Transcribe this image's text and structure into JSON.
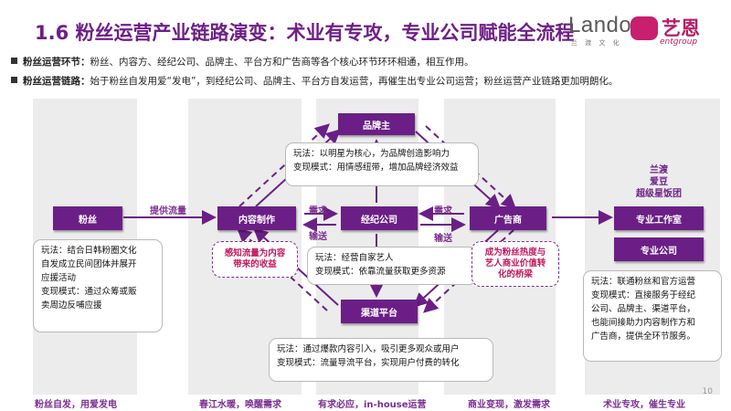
{
  "title": "1.6 粉丝运营产业链路演变：术业有专攻，专业公司赋能全流程",
  "logos": {
    "lando": "Lando",
    "lando_sub": "兰 渡 文 化",
    "yien_cn": "艺恩",
    "yien_en": "entgroup"
  },
  "bullets": [
    {
      "label": "粉丝运营环节：",
      "text": "粉丝、内容方、经纪公司、品牌主、平台方和广告商等各个核心环节环环相通，相互作用。"
    },
    {
      "label": "粉丝运营链路：",
      "text": "始于粉丝自发用爱“发电”，到经纪公司、品牌主、平台方自发运营，再催生出专业公司运营；粉丝运营产业链路更加明朗化。"
    }
  ],
  "nodes": {
    "fans": "粉丝",
    "content": "内容制作",
    "agency": "经纪公司",
    "brand": "品牌主",
    "advertiser": "广告商",
    "platform": "渠道平台",
    "studio": "专业工作室",
    "company": "专业公司"
  },
  "edge_labels": {
    "provide_traffic": "提供流量",
    "demand1": "需求",
    "supply1": "输送",
    "demand2": "需求",
    "supply2": "输送"
  },
  "studios": [
    "兰渡",
    "爱豆",
    "超级星饭团"
  ],
  "notes": {
    "brand": [
      "玩法：以明星为核心，为品牌创造影响力",
      "变现模式：用情感纽带，增加品牌经济效益"
    ],
    "agency": [
      "玩法：经营自家艺人",
      "变现模式：依靠流量获取更多资源"
    ],
    "platform": [
      "玩法：通过爆款内容引入，吸引更多观众或用户",
      "变现模式：流量导流平台，实现用户付费的转化"
    ],
    "fans": [
      "玩法：结合日韩粉圈文化",
      "自发成立民间团体并展开",
      "应援活动",
      "变现模式：通过众筹或贩",
      "卖周边反哺应援"
    ],
    "company": [
      "玩法：联通粉丝和官方运营",
      "变现模式：直接服务于经纪",
      "公司、品牌主、渠道平台，",
      "也能间接助力内容制作方和",
      "广告商，提供全环节服务。"
    ]
  },
  "pink_notes": {
    "content": [
      "感知流量为内容",
      "带来的收益"
    ],
    "advertiser": [
      "成为粉丝热度与",
      "艺人商业价值转",
      "化的桥梁"
    ]
  },
  "footers": [
    "粉丝自发，用爱发电",
    "春江水暖，唤醒需求",
    "有求必应，in-house运营",
    "商业变现，激发需求",
    "术业专攻，催生专业"
  ],
  "page_number": "10",
  "colors": {
    "primary": "#6b1f86",
    "accent": "#c2185b",
    "panel": "#ececec"
  }
}
